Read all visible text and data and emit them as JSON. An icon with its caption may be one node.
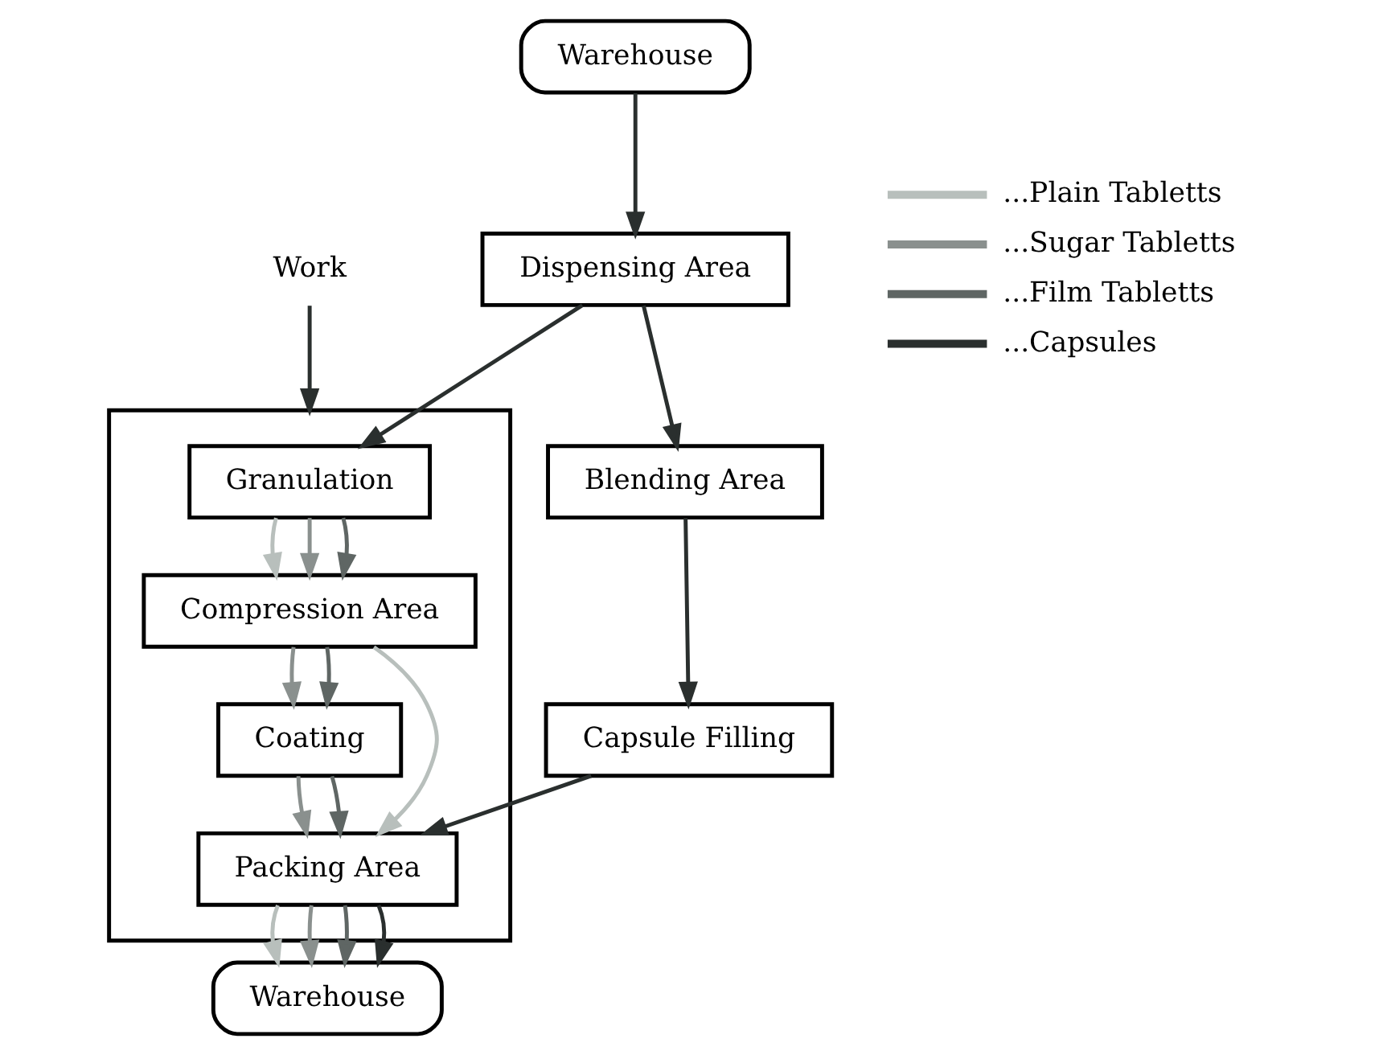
{
  "diagram": {
    "nodes": [
      {
        "text": [
          "Warehouse"
        ]
      },
      {
        "text": [
          "Dispensing Area"
        ]
      },
      {
        "text": [
          "Blending Area"
        ]
      },
      {
        "text": [
          "Capsule Filling"
        ]
      },
      {
        "text": [
          "Work"
        ]
      },
      {
        "text": [],
        "shape": "box"
      },
      {
        "text": [
          "Granulation"
        ],
        "in": 5
      },
      {
        "text": [
          "Compression Area"
        ],
        "in": 5
      },
      {
        "text": [
          "Coating"
        ],
        "in": 5
      },
      {
        "text": [
          "Packing Area"
        ],
        "in": 5
      },
      {
        "text": [
          "Warehouse"
        ]
      }
    ],
    "edges": [
      {
        "from": 0,
        "to": 1,
        "arrow": "to"
      },
      {
        "from": 1,
        "to": 6,
        "arrow": "to"
      },
      {
        "from": 1,
        "to": 2,
        "arrow": "to"
      },
      {
        "from": 2,
        "to": 3,
        "arrow": "to"
      },
      {
        "from": 4,
        "to": 5,
        "arrow": "to"
      },
      {
        "from": 6,
        "to": 7,
        "arrow": "to",
        "color": "#b8bfbc"
      },
      {
        "from": 6,
        "to": 7,
        "arrow": "to",
        "color": "#8a908e"
      },
      {
        "from": 6,
        "to": 7,
        "arrow": "to",
        "color": "#5f6664"
      },
      {
        "from": 7,
        "to": 9,
        "arrow": "to",
        "color": "#b8bfbc"
      },
      {
        "from": 7,
        "to": 8,
        "arrow": "to",
        "color": "#8a908e"
      },
      {
        "from": 7,
        "to": 8,
        "arrow": "to",
        "color": "#5f6664"
      },
      {
        "from": 8,
        "to": 9,
        "arrow": "to",
        "color": "#8a908e"
      },
      {
        "from": 8,
        "to": 9,
        "arrow": "to",
        "color": "#5f6664"
      },
      {
        "from": 3,
        "to": 9,
        "arrow": "to"
      },
      {
        "from": 9,
        "to": 10,
        "arrow": "to",
        "color": "#b8bfbc"
      },
      {
        "from": 9,
        "to": 10,
        "arrow": "to",
        "color": "#8a908e"
      },
      {
        "from": 9,
        "to": 10,
        "arrow": "to",
        "color": "#5f6664"
      },
      {
        "from": 9,
        "to": 10,
        "arrow": "to"
      }
    ],
    "legend": [
      {
        "text": "...Plain Tabletts",
        "color": "#b8bfbc"
      },
      {
        "text": "...Sugar Tabletts",
        "color": "#8a908e"
      },
      {
        "text": "...Film Tabletts",
        "color": "#5f6664"
      },
      {
        "text": "...Capsules",
        "color": "#2a2f2e"
      }
    ]
  }
}
